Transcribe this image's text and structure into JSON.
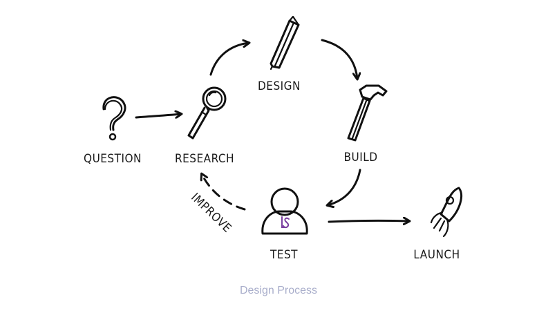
{
  "diagram": {
    "nodes": [
      {
        "id": "question",
        "label": "QUESTION",
        "icon": "question-mark-icon"
      },
      {
        "id": "research",
        "label": "RESEARCH",
        "icon": "magnifying-glass-icon"
      },
      {
        "id": "design",
        "label": "DESIGN",
        "icon": "pencil-icon"
      },
      {
        "id": "build",
        "label": "BUILD",
        "icon": "hammer-icon"
      },
      {
        "id": "test",
        "label": "TEST",
        "icon": "person-icon"
      },
      {
        "id": "launch",
        "label": "LAUNCH",
        "icon": "rocket-icon"
      }
    ],
    "edges": [
      {
        "from": "question",
        "to": "research",
        "style": "solid"
      },
      {
        "from": "research",
        "to": "design",
        "style": "solid"
      },
      {
        "from": "design",
        "to": "build",
        "style": "solid"
      },
      {
        "from": "build",
        "to": "test",
        "style": "solid"
      },
      {
        "from": "test",
        "to": "launch",
        "style": "solid"
      },
      {
        "from": "test",
        "to": "research",
        "style": "dashed",
        "label": "IMPROVE"
      }
    ],
    "badge_text": "LS",
    "badge_color": "#7b3fa0",
    "caption": "Design Process",
    "caption_color": "#a9aecb"
  }
}
